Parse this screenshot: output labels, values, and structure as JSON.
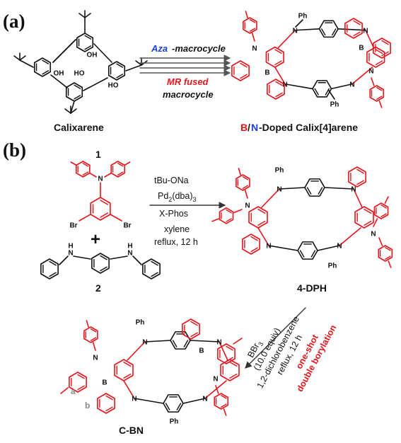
{
  "panels": {
    "a": "(a)",
    "b": "(b)"
  },
  "panel_a": {
    "arrow_top_prefix": "Aza",
    "arrow_top_suffix": "-macrocycle",
    "arrow_bottom_line1": "MR fused",
    "arrow_bottom_line2": "macrocycle",
    "left_caption": "Calixarene",
    "right_caption_b": "B",
    "right_caption_slash": "/",
    "right_caption_n": "N",
    "right_caption_rest": "-Doped Calix[4]arene"
  },
  "panel_b": {
    "compound_1": "1",
    "compound_2": "2",
    "plus": "+",
    "conditions_1": [
      "tBu-ONa",
      "Pd2(dba)3",
      "X-Phos",
      "xylene",
      "reflux, 12 h"
    ],
    "product_1": "4-DPH",
    "conditions_2": [
      "BBr3",
      "(10.0 equiv)",
      "1,2-dichlorobenzene",
      "reflux, 12 h"
    ],
    "conditions_2_note": [
      "one-shot",
      "double borylation"
    ],
    "product_2": "C-BN",
    "site_labels": [
      "a",
      "b"
    ]
  },
  "atoms": {
    "N": "N",
    "B": "B",
    "Br": "Br",
    "H": "H",
    "OH": "OH",
    "HO": "HO",
    "Ph": "Ph"
  },
  "colors": {
    "red": "#e8141b",
    "blue": "#1a3fd6",
    "black": "#111111",
    "gray": "#8a8a8a"
  }
}
